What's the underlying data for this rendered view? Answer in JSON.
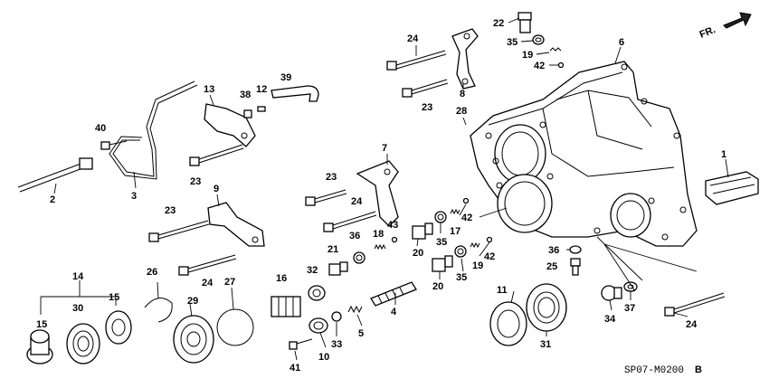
{
  "diagram": {
    "code": "SP07-M0200",
    "suffix": "B",
    "direction": "FR.",
    "callouts": [
      {
        "id": "c22",
        "text": "22"
      },
      {
        "id": "c24a",
        "text": "24"
      },
      {
        "id": "c6",
        "text": "6"
      },
      {
        "id": "c35a",
        "text": "35"
      },
      {
        "id": "c19a",
        "text": "19"
      },
      {
        "id": "c42a",
        "text": "42"
      },
      {
        "id": "c39",
        "text": "39"
      },
      {
        "id": "c13",
        "text": "13"
      },
      {
        "id": "c38",
        "text": "38"
      },
      {
        "id": "c12",
        "text": "12"
      },
      {
        "id": "c8",
        "text": "8"
      },
      {
        "id": "c23a",
        "text": "23"
      },
      {
        "id": "c28",
        "text": "28"
      },
      {
        "id": "c40",
        "text": "40"
      },
      {
        "id": "c23b",
        "text": "23"
      },
      {
        "id": "c7",
        "text": "7"
      },
      {
        "id": "c1",
        "text": "1"
      },
      {
        "id": "c2",
        "text": "2"
      },
      {
        "id": "c3",
        "text": "3"
      },
      {
        "id": "c9",
        "text": "9"
      },
      {
        "id": "c23c",
        "text": "23"
      },
      {
        "id": "c23d",
        "text": "23"
      },
      {
        "id": "c24b",
        "text": "24"
      },
      {
        "id": "c42b",
        "text": "42"
      },
      {
        "id": "c17",
        "text": "17"
      },
      {
        "id": "c43",
        "text": "43"
      },
      {
        "id": "c18",
        "text": "18"
      },
      {
        "id": "c36a",
        "text": "36"
      },
      {
        "id": "c21",
        "text": "21"
      },
      {
        "id": "c20a",
        "text": "20"
      },
      {
        "id": "c35b",
        "text": "35"
      },
      {
        "id": "c42c",
        "text": "42"
      },
      {
        "id": "c19b",
        "text": "19"
      },
      {
        "id": "c36b",
        "text": "36"
      },
      {
        "id": "c25",
        "text": "25"
      },
      {
        "id": "c24c",
        "text": "24"
      },
      {
        "id": "c14",
        "text": "14"
      },
      {
        "id": "c26",
        "text": "26"
      },
      {
        "id": "c27",
        "text": "27"
      },
      {
        "id": "c32",
        "text": "32"
      },
      {
        "id": "c16",
        "text": "16"
      },
      {
        "id": "c20b",
        "text": "20"
      },
      {
        "id": "c35c",
        "text": "35"
      },
      {
        "id": "c11",
        "text": "11"
      },
      {
        "id": "c15a",
        "text": "15"
      },
      {
        "id": "c30",
        "text": "30"
      },
      {
        "id": "c15b",
        "text": "15"
      },
      {
        "id": "c29",
        "text": "29"
      },
      {
        "id": "c4",
        "text": "4"
      },
      {
        "id": "c5",
        "text": "5"
      },
      {
        "id": "c33",
        "text": "33"
      },
      {
        "id": "c10",
        "text": "10"
      },
      {
        "id": "c41",
        "text": "41"
      },
      {
        "id": "c34",
        "text": "34"
      },
      {
        "id": "c37",
        "text": "37"
      },
      {
        "id": "c24d",
        "text": "24"
      },
      {
        "id": "c31",
        "text": "31"
      },
      {
        "id": "c15c",
        "text": "15"
      }
    ]
  }
}
